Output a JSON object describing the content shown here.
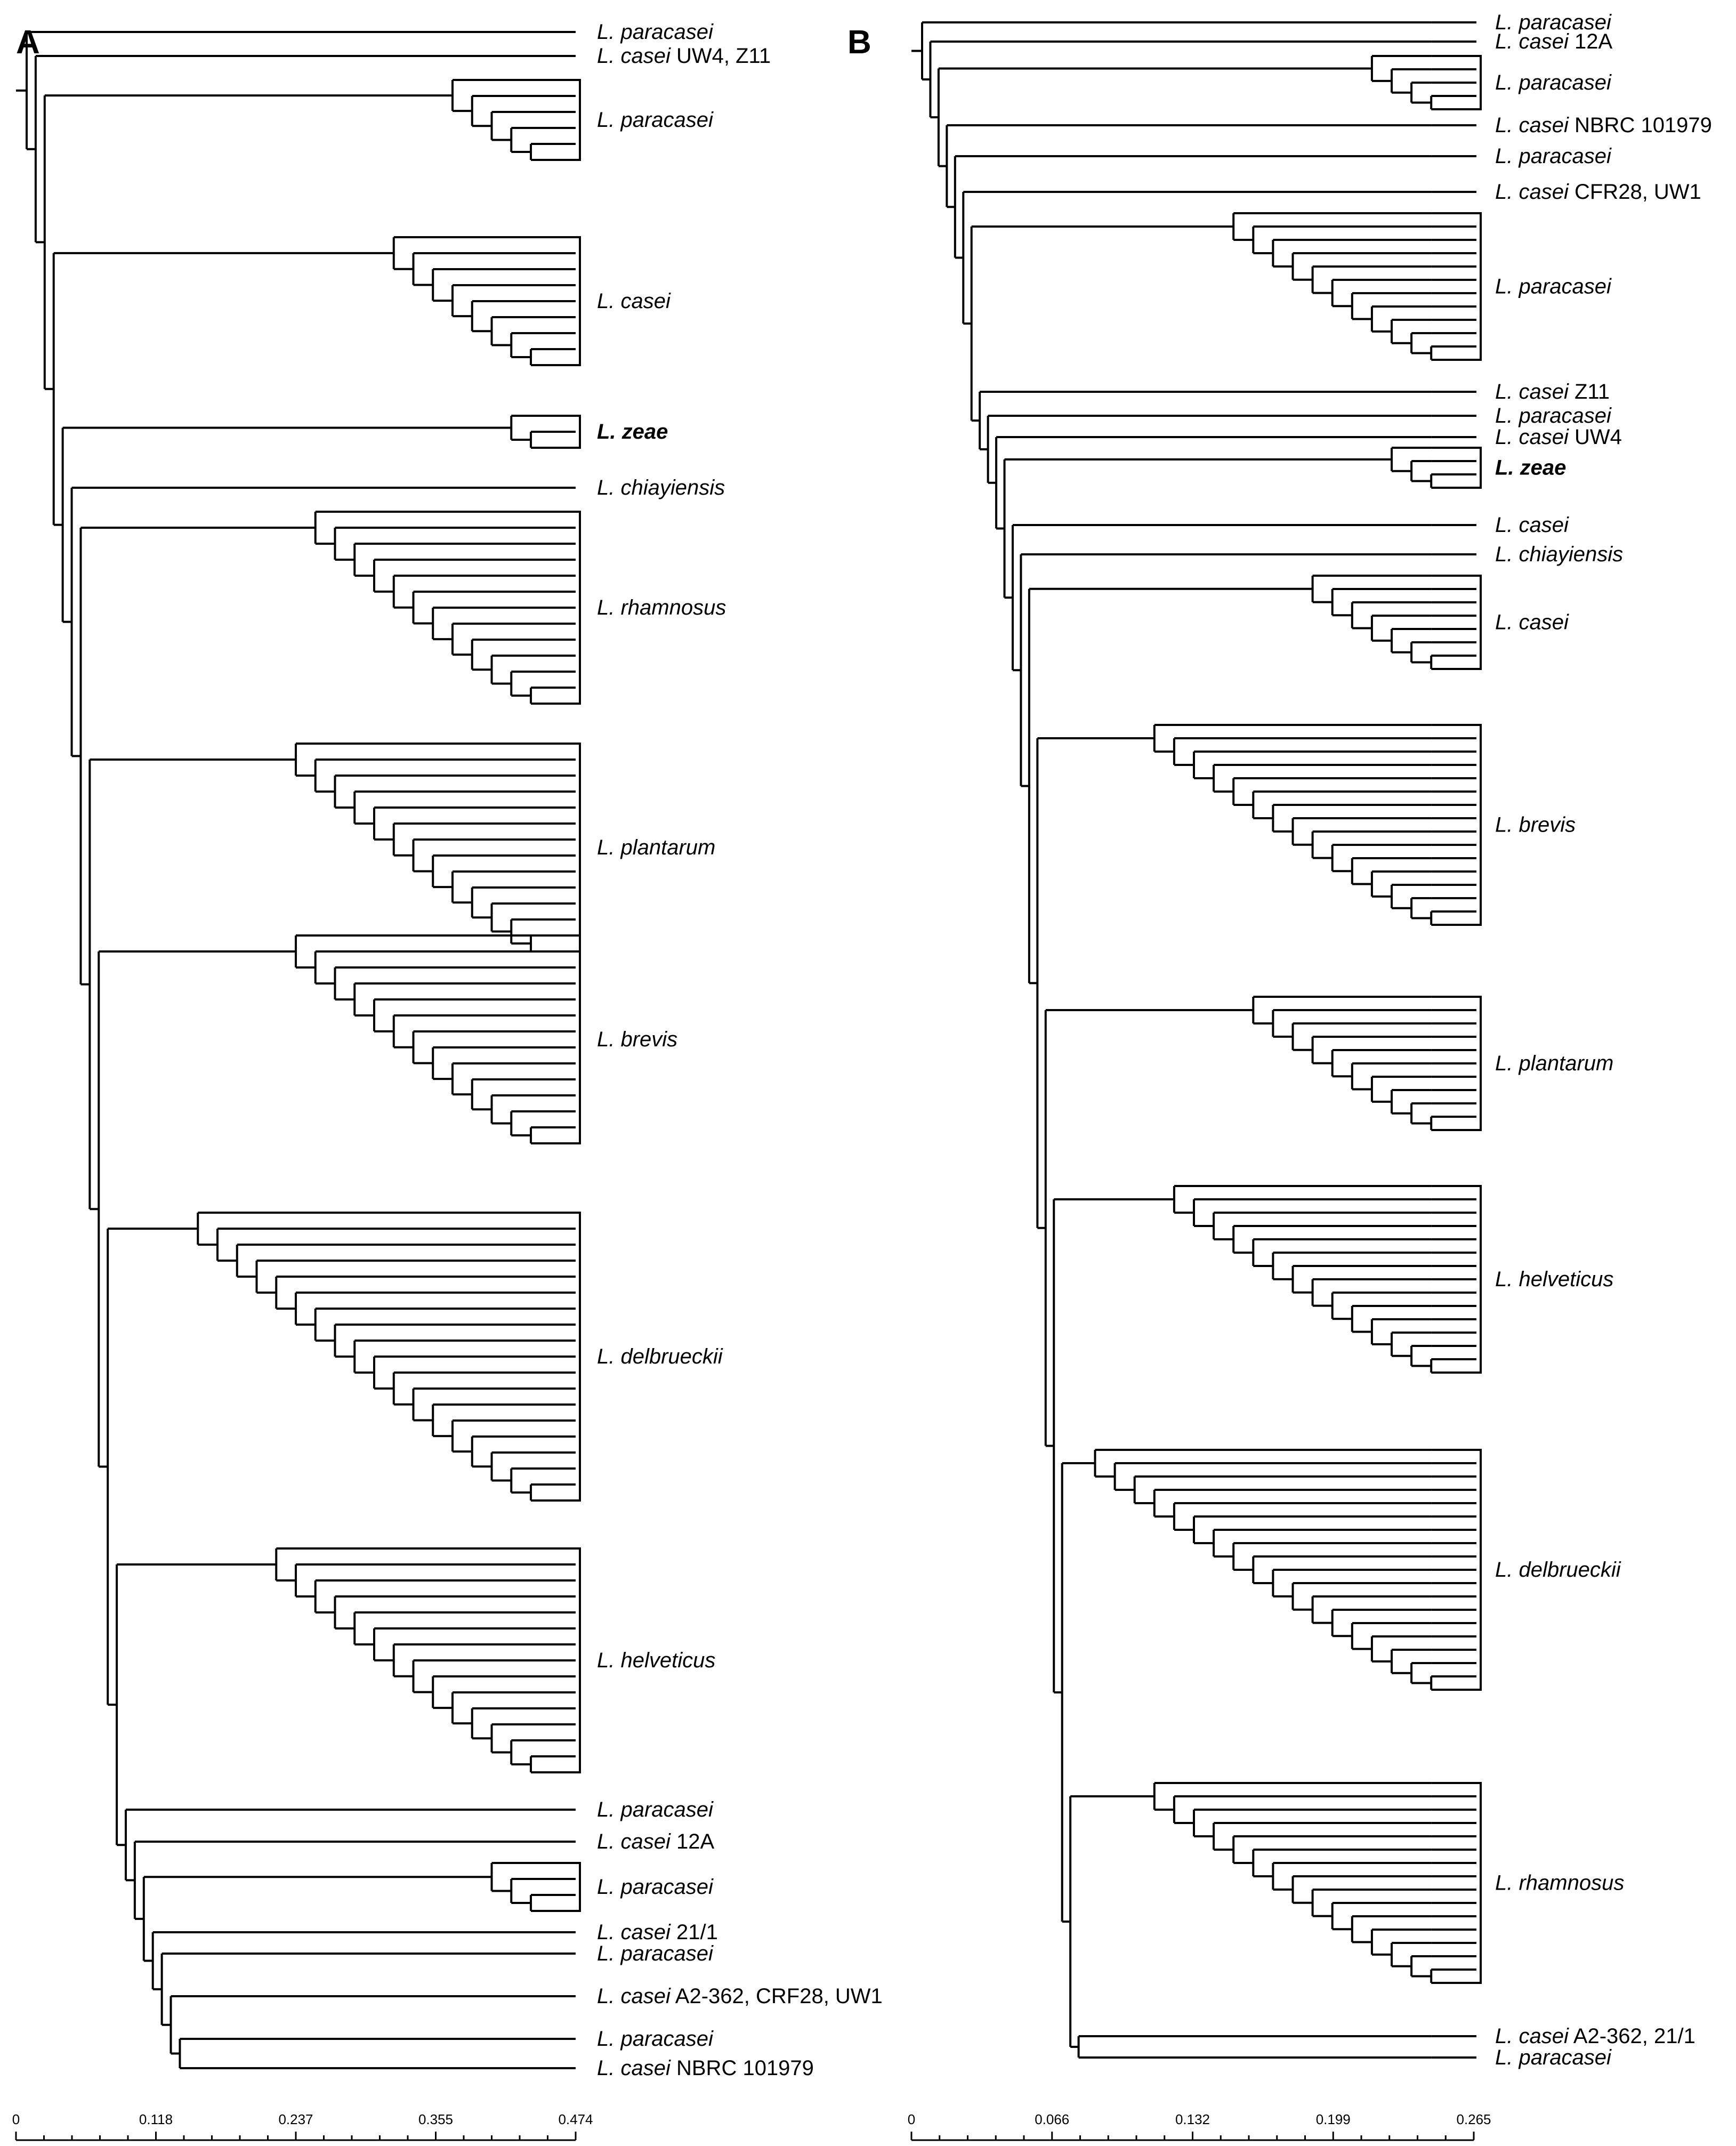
{
  "panels": [
    {
      "letter": "A",
      "scale": {
        "ticks": [
          "0",
          "0.118",
          "0.237",
          "0.355",
          "0.474"
        ]
      },
      "labels": [
        {
          "genus": "L.",
          "species": "paracasei",
          "strain": "",
          "bold": false
        },
        {
          "genus": "L.",
          "species": "casei",
          "strain": "UW4, Z11",
          "bold": false
        },
        {
          "genus": "L.",
          "species": "paracasei",
          "strain": "",
          "bold": false
        },
        {
          "genus": "L.",
          "species": "casei",
          "strain": "",
          "bold": false
        },
        {
          "genus": "L.",
          "species": "zeae",
          "strain": "",
          "bold": true
        },
        {
          "genus": "L.",
          "species": "chiayiensis",
          "strain": "",
          "bold": false
        },
        {
          "genus": "L.",
          "species": "rhamnosus",
          "strain": "",
          "bold": false
        },
        {
          "genus": "L.",
          "species": "plantarum",
          "strain": "",
          "bold": false
        },
        {
          "genus": "L.",
          "species": "brevis",
          "strain": "",
          "bold": false
        },
        {
          "genus": "L.",
          "species": "delbrueckii",
          "strain": "",
          "bold": false
        },
        {
          "genus": "L.",
          "species": "helveticus",
          "strain": "",
          "bold": false
        },
        {
          "genus": "L.",
          "species": "paracasei",
          "strain": "",
          "bold": false
        },
        {
          "genus": "L.",
          "species": "casei",
          "strain": "12A",
          "bold": false
        },
        {
          "genus": "L.",
          "species": "paracasei",
          "strain": "",
          "bold": false
        },
        {
          "genus": "L.",
          "species": "casei",
          "strain": "21/1",
          "bold": false
        },
        {
          "genus": "L.",
          "species": "paracasei",
          "strain": "",
          "bold": false
        },
        {
          "genus": "L.",
          "species": "casei",
          "strain": "A2-362, CRF28, UW1",
          "bold": false
        },
        {
          "genus": "L.",
          "species": "paracasei",
          "strain": "",
          "bold": false
        },
        {
          "genus": "L.",
          "species": "casei",
          "strain": "NBRC 101979",
          "bold": false
        }
      ]
    },
    {
      "letter": "B",
      "scale": {
        "ticks": [
          "0",
          "0.066",
          "0.132",
          "0.199",
          "0.265"
        ]
      },
      "labels": [
        {
          "genus": "L.",
          "species": "paracasei",
          "strain": "",
          "bold": false
        },
        {
          "genus": "L.",
          "species": "casei",
          "strain": "12A",
          "bold": false
        },
        {
          "genus": "L.",
          "species": "paracasei",
          "strain": "",
          "bold": false
        },
        {
          "genus": "L.",
          "species": "casei",
          "strain": "NBRC 101979",
          "bold": false
        },
        {
          "genus": "L.",
          "species": "paracasei",
          "strain": "",
          "bold": false
        },
        {
          "genus": "L.",
          "species": "casei",
          "strain": "CFR28, UW1",
          "bold": false
        },
        {
          "genus": "L.",
          "species": "paracasei",
          "strain": "",
          "bold": false
        },
        {
          "genus": "L.",
          "species": "casei",
          "strain": "Z11",
          "bold": false
        },
        {
          "genus": "L.",
          "species": "paracasei",
          "strain": "",
          "bold": false
        },
        {
          "genus": "L.",
          "species": "casei",
          "strain": "UW4",
          "bold": false
        },
        {
          "genus": "L.",
          "species": "zeae",
          "strain": "",
          "bold": true
        },
        {
          "genus": "L.",
          "species": "casei",
          "strain": "",
          "bold": false
        },
        {
          "genus": "L.",
          "species": "chiayiensis",
          "strain": "",
          "bold": false
        },
        {
          "genus": "L.",
          "species": "casei",
          "strain": "",
          "bold": false
        },
        {
          "genus": "L.",
          "species": "brevis",
          "strain": "",
          "bold": false
        },
        {
          "genus": "L.",
          "species": "plantarum",
          "strain": "",
          "bold": false
        },
        {
          "genus": "L.",
          "species": "helveticus",
          "strain": "",
          "bold": false
        },
        {
          "genus": "L.",
          "species": "delbrueckii",
          "strain": "",
          "bold": false
        },
        {
          "genus": "L.",
          "species": "rhamnosus",
          "strain": "",
          "bold": false
        },
        {
          "genus": "L.",
          "species": "casei",
          "strain": "A2-362, 21/1",
          "bold": false
        },
        {
          "genus": "L.",
          "species": "paracasei",
          "strain": "",
          "bold": false
        }
      ]
    }
  ]
}
